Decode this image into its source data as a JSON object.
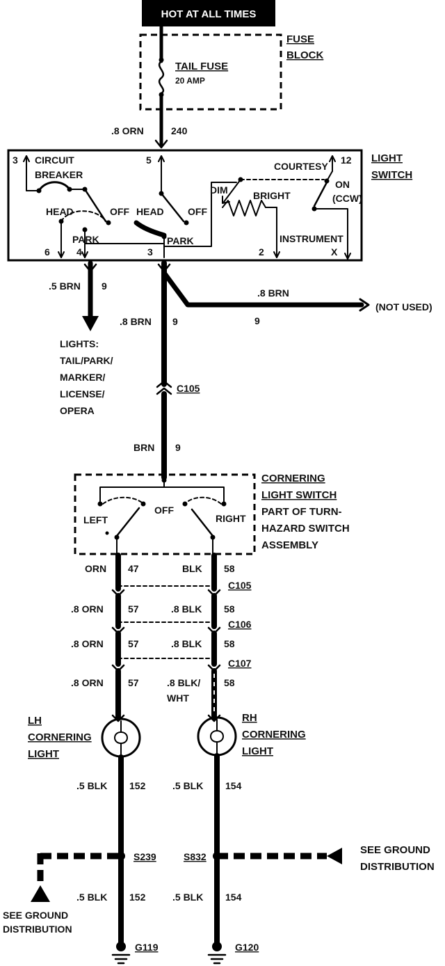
{
  "header": {
    "hot": "HOT AT ALL TIMES"
  },
  "fuse": {
    "block_line1": "FUSE",
    "block_line2": "BLOCK",
    "name": "TAIL FUSE",
    "rating": "20 AMP"
  },
  "wire_top": {
    "gauge": ".8 ORN",
    "circuit": "240"
  },
  "light_switch": {
    "title_line1": "LIGHT",
    "title_line2": "SWITCH",
    "circuit_line1": "CIRCUIT",
    "circuit_line2": "BREAKER",
    "head_left": "HEAD",
    "off_left": "OFF",
    "park_left": "PARK",
    "head_center": "HEAD",
    "off_center": "OFF",
    "park_center": "PARK",
    "dim": "DIM",
    "bright": "BRIGHT",
    "courtesy": "COURTESY",
    "on": "ON",
    "ccw": "(CCW)",
    "instrument": "INSTRUMENT",
    "pins": {
      "p3top": "3",
      "p5": "5",
      "p12": "12",
      "p6": "6",
      "p4": "4",
      "p3": "3",
      "p2": "2",
      "px": "X"
    }
  },
  "wires": {
    "left_gauge": ".5 BRN",
    "left_circuit": "9",
    "center_gauge": ".8 BRN",
    "center_circuit": "9",
    "right_gauge": ".8 BRN",
    "right_circuit": "9",
    "not_used": "(NOT USED)",
    "lights_lines": [
      "LIGHTS:",
      "TAIL/PARK/",
      "MARKER/",
      "LICENSE/",
      "OPERA"
    ],
    "c105_top": "C105",
    "brn_gauge": "BRN",
    "brn_circuit": "9"
  },
  "cornering_switch": {
    "title_line1": "CORNERING",
    "title_line2": "LIGHT SWITCH",
    "sub_line1": "PART OF TURN-",
    "sub_line2": "HAZARD SWITCH",
    "sub_line3": "ASSEMBLY",
    "left": "LEFT",
    "off": "OFF",
    "right": "RIGHT"
  },
  "lower": {
    "orn": "ORN",
    "orn_c": "47",
    "blk": "BLK",
    "blk_c": "58",
    "c105": "C105",
    "c106": "C106",
    "c107": "C107",
    "row1_l": ".8 ORN",
    "row1_lc": "57",
    "row1_r": ".8 BLK",
    "row1_rc": "58",
    "row2_l": ".8 ORN",
    "row2_lc": "57",
    "row2_r": ".8 BLK",
    "row2_rc": "58",
    "row3_l": ".8 ORN",
    "row3_lc": "57",
    "row3_r1": ".8 BLK/",
    "row3_r2": "WHT",
    "row3_rc": "58",
    "lh_line1": "LH",
    "lh_line2": "CORNERING",
    "lh_line3": "LIGHT",
    "rh_line1": "RH",
    "rh_line2": "CORNERING",
    "rh_line3": "LIGHT",
    "blk_l": ".5 BLK",
    "blk_lc": "152",
    "blk_r": ".5 BLK",
    "blk_rc": "154",
    "s239": "S239",
    "s832": "S832",
    "ground_r1": "SEE GROUND",
    "ground_r2": "DISTRIBUTION",
    "ground_l1": "SEE GROUND",
    "ground_l2": "DISTRIBUTION",
    "blk2_l": ".5 BLK",
    "blk2_lc": "152",
    "blk2_r": ".5 BLK",
    "blk2_rc": "154",
    "g119": "G119",
    "g120": "G120"
  }
}
